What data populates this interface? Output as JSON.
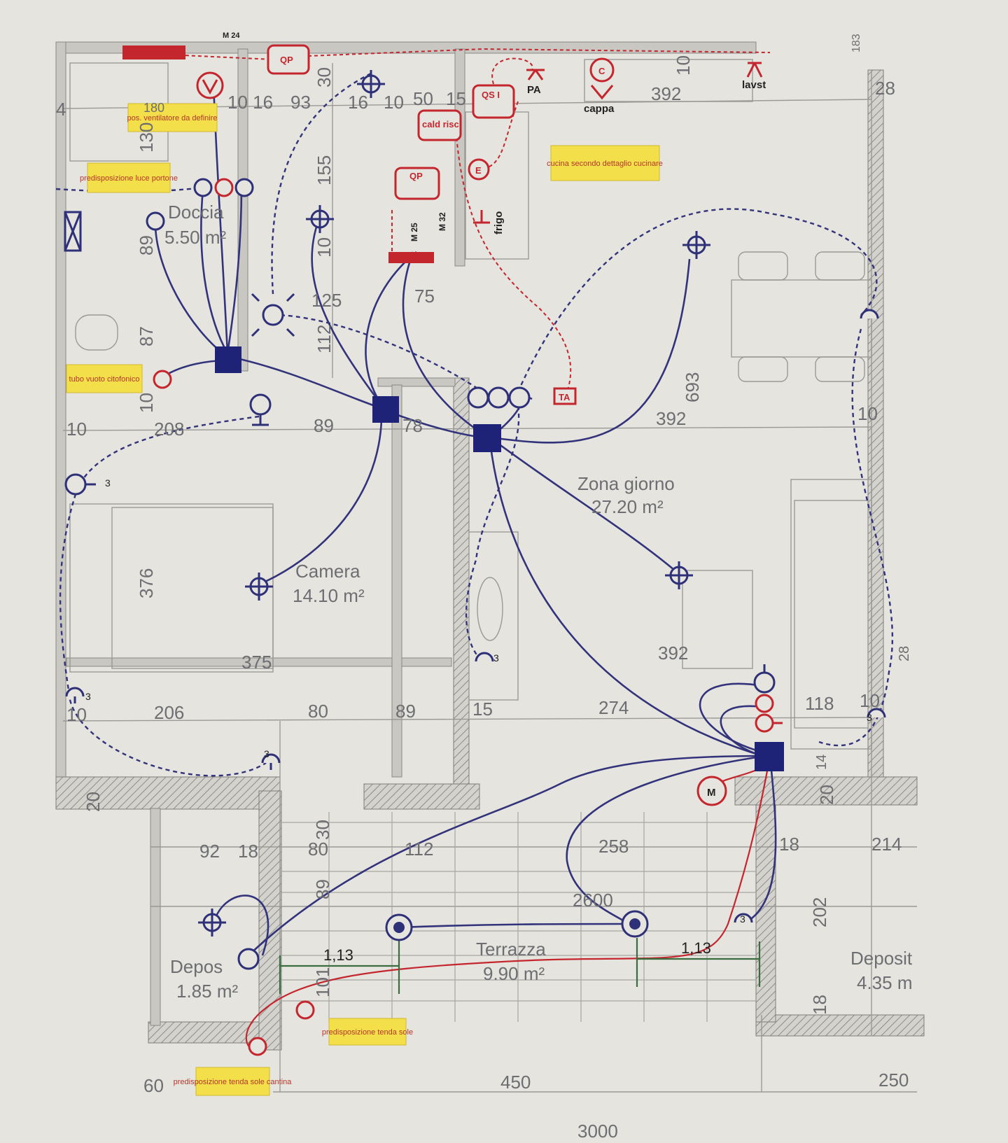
{
  "rooms": {
    "doccia": {
      "name": "Doccia",
      "area": "5.50 m²"
    },
    "camera": {
      "name": "Camera",
      "area": "14.10 m²"
    },
    "zona_giorno": {
      "name": "Zona giorno",
      "area": "27.20 m²"
    },
    "terrazza": {
      "name": "Terrazza",
      "area": "9.90 m²"
    },
    "deposito_left": {
      "name": "Depos",
      "area": "1.85 m²"
    },
    "deposito_right": {
      "name": "Deposit",
      "area": "4.35 m"
    }
  },
  "dimensions": {
    "d_10_16": "10 16",
    "d_93": "93",
    "d_30a": "30",
    "d_16": "16",
    "d_10": "10",
    "d_50": "50",
    "d_15a": "15",
    "d_392a": "392",
    "d_10b": "10",
    "d_28": "28",
    "d_180": "180",
    "d_130": "130",
    "d_155": "155",
    "d_89a": "89",
    "d_10c": "10",
    "d_125": "125",
    "d_75": "75",
    "d_87": "87",
    "d_112a": "112",
    "d_10d": "10",
    "d_10e": "10",
    "d_208": "208",
    "d_89b": "89",
    "d_78": "78",
    "d_693": "693",
    "d_392b": "392",
    "d_10f": "10",
    "d_376": "376",
    "d_375": "375",
    "d_392c": "392",
    "d_10g": "10",
    "d_206": "206",
    "d_80a": "80",
    "d_89c": "89",
    "d_15b": "15",
    "d_274": "274",
    "d_118": "118",
    "d_10h": "10",
    "d_28b": "28",
    "d_14": "14",
    "d_20a": "20",
    "d_20b": "20",
    "d_30b": "30",
    "d_92": "92",
    "d_18a": "18",
    "d_80b": "80",
    "d_112b": "112",
    "d_258": "258",
    "d_18b": "18",
    "d_214": "214",
    "d_89d": "89",
    "d_2600": "2600",
    "d_202": "202",
    "d_101": "101",
    "d_18c": "18",
    "d_113a": "1,13",
    "d_113b": "1,13",
    "d_60": "60",
    "d_450": "450",
    "d_250": "250",
    "d_3000": "3000",
    "d_4": "4",
    "d_3a": "3",
    "d_3b": "3",
    "d_3c": "3",
    "d_3d": "3",
    "d_3e": "3",
    "d_3f": "3",
    "d_183": "183"
  },
  "labels": {
    "qp_top": "QP",
    "m24": "M 24",
    "pa": "PA",
    "cappa": "cappa",
    "c": "C",
    "lavst": "lavst",
    "qsi": "QS I",
    "caldrisc": "cald risc",
    "qp_mid": "QP",
    "m25": "M 25",
    "m32": "M 32",
    "frigo": "frigo",
    "e": "E",
    "ta": "TA",
    "m_motor": "M"
  },
  "notes": {
    "ventilatore": "pos. ventilatore da definire",
    "luce_portone": "predisposizione luce portone",
    "cucina": "cucina secondo dettaglio cucinare",
    "tubo_vuoto": "tubo vuoto citofonico",
    "tenda_sole": "predisposizione tenda sole",
    "tenda_sole2": "predisposizione tenda sole cantina"
  },
  "colors": {
    "wiring": "#32337a",
    "wiring_red": "#c4262e",
    "dimension": "#6d6e72",
    "note": "#f3df4a",
    "green_dim": "#3a6e3f"
  }
}
